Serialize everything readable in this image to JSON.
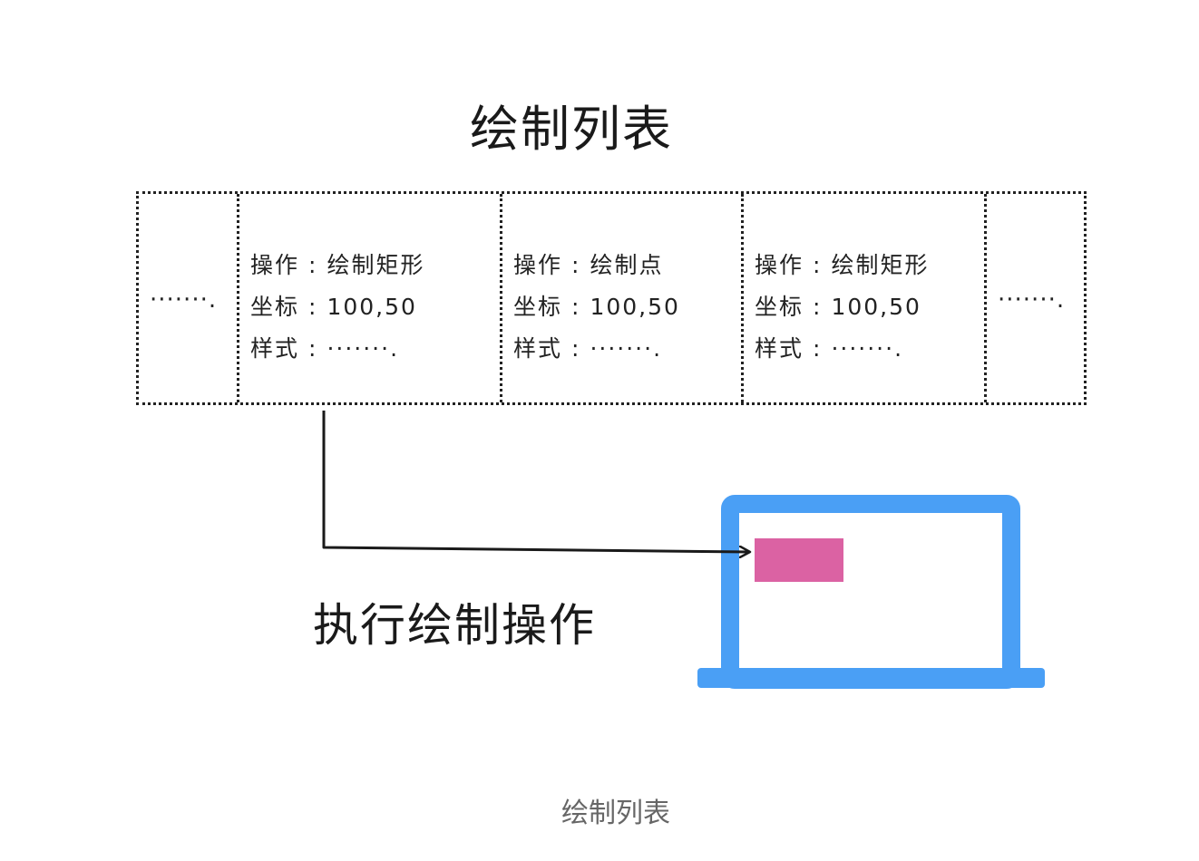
{
  "title": "绘制列表",
  "caption": "绘制列表",
  "execute_label": "执行绘制操作",
  "cells": {
    "left_ellipsis": "·······.",
    "right_ellipsis": "·······.",
    "entries": [
      {
        "op_label": "操作",
        "op_value": "绘制矩形",
        "coord_label": "坐标",
        "coord_value": "100,50",
        "style_label": "样式",
        "style_value": "·······."
      },
      {
        "op_label": "操作",
        "op_value": "绘制点",
        "coord_label": "坐标",
        "coord_value": "100,50",
        "style_label": "样式",
        "style_value": "·······."
      },
      {
        "op_label": "操作",
        "op_value": "绘制矩形",
        "coord_label": "坐标",
        "coord_value": "100,50",
        "style_label": "样式",
        "style_value": "·······."
      }
    ]
  },
  "colors": {
    "monitor": "#4a9ff5",
    "rect": "#db62a3",
    "line": "#1a1a1a"
  }
}
